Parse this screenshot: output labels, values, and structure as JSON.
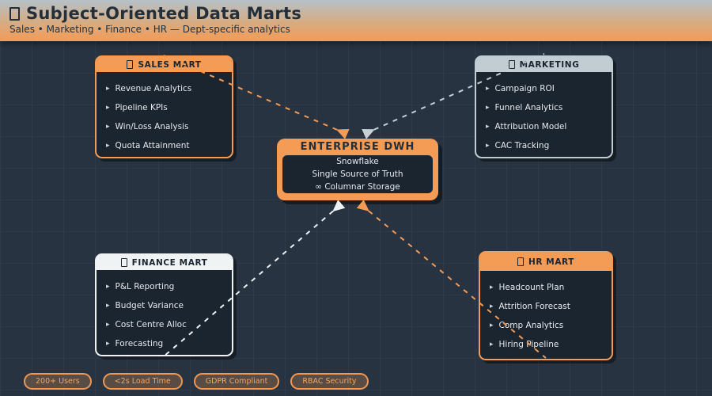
{
  "header": {
    "title": "Subject-Oriented Data Marts",
    "subtitle": "Sales • Marketing • Finance • HR — Dept-specific analytics"
  },
  "center": {
    "title": "ENTERPRISE DWH",
    "lines": [
      "Snowflake",
      "Single Source of Truth",
      "∞ Columnar Storage"
    ]
  },
  "marts": {
    "sales": {
      "title": "SALES MART",
      "accent": "#f49b55",
      "items": [
        "Revenue Analytics",
        "Pipeline KPIs",
        "Win/Loss Analysis",
        "Quota Attainment"
      ]
    },
    "marketing": {
      "title": "MARKETING",
      "accent": "#c2ccd3",
      "items": [
        "Campaign ROI",
        "Funnel Analytics",
        "Attribution Model",
        "CAC Tracking"
      ]
    },
    "finance": {
      "title": "FINANCE MART",
      "accent": "#f0f3f4",
      "items": [
        "P&L Reporting",
        "Budget Variance",
        "Cost Centre Alloc",
        "Forecasting"
      ]
    },
    "hr": {
      "title": "HR MART",
      "accent": "#f49b55",
      "items": [
        "Headcount Plan",
        "Attrition Forecast",
        "Comp Analytics",
        "Hiring Pipeline"
      ]
    }
  },
  "connections": [
    {
      "from": "sales",
      "to": "enterprise-dwh",
      "color": "#f49b55",
      "style": "dashed"
    },
    {
      "from": "marketing",
      "to": "enterprise-dwh",
      "color": "#c6cfd6",
      "style": "dashed"
    },
    {
      "from": "finance",
      "to": "enterprise-dwh",
      "color": "#eef2f4",
      "style": "dashed"
    },
    {
      "from": "hr",
      "to": "enterprise-dwh",
      "color": "#f49b55",
      "style": "dashed"
    }
  ],
  "badges": [
    "200+ Users",
    "<2s Load Time",
    "GDPR Compliant",
    "RBAC Security"
  ],
  "ui": {
    "bullet": "▸"
  },
  "colors": {
    "background": "#273341",
    "grid_line": "#2e3a49",
    "card_body": "#1b2530",
    "accent_orange": "#f49b55",
    "accent_gray": "#c2ccd3",
    "accent_white": "#f0f3f4",
    "dark_text": "#232f3b",
    "light_text": "#e6eaee"
  }
}
